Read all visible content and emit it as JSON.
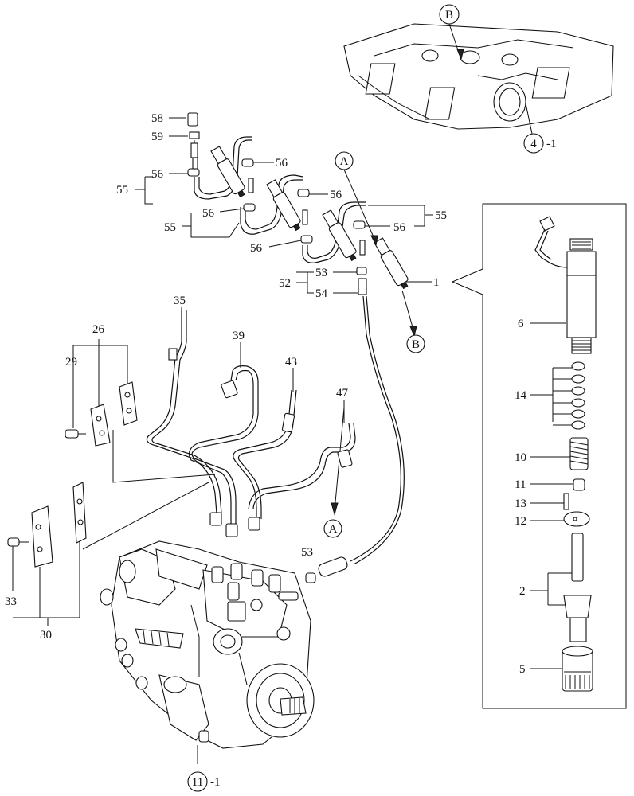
{
  "labels": {
    "l58": "58",
    "l59": "59",
    "l56a": "56",
    "l56b": "56",
    "l56c": "56",
    "l56d": "56",
    "l56e": "56",
    "l56f": "56",
    "l55a": "55",
    "l55b": "55",
    "l55c": "55",
    "l53a": "53",
    "l52": "52",
    "l54": "54",
    "l1": "1",
    "l35": "35",
    "l26": "26",
    "l29": "29",
    "l39": "39",
    "l43": "43",
    "l47": "47",
    "l33": "33",
    "l30": "30",
    "l53b": "53",
    "l6": "6",
    "l14": "14",
    "l10": "10",
    "l11": "11",
    "l13": "13",
    "l12": "12",
    "l2": "2",
    "l5": "5",
    "ref4": "4",
    "ref4suffix": "-1",
    "ref11": "11",
    "ref11suffix": "-1",
    "calloutA1": "A",
    "calloutA2": "A",
    "calloutB1": "B",
    "calloutB2": "B"
  }
}
